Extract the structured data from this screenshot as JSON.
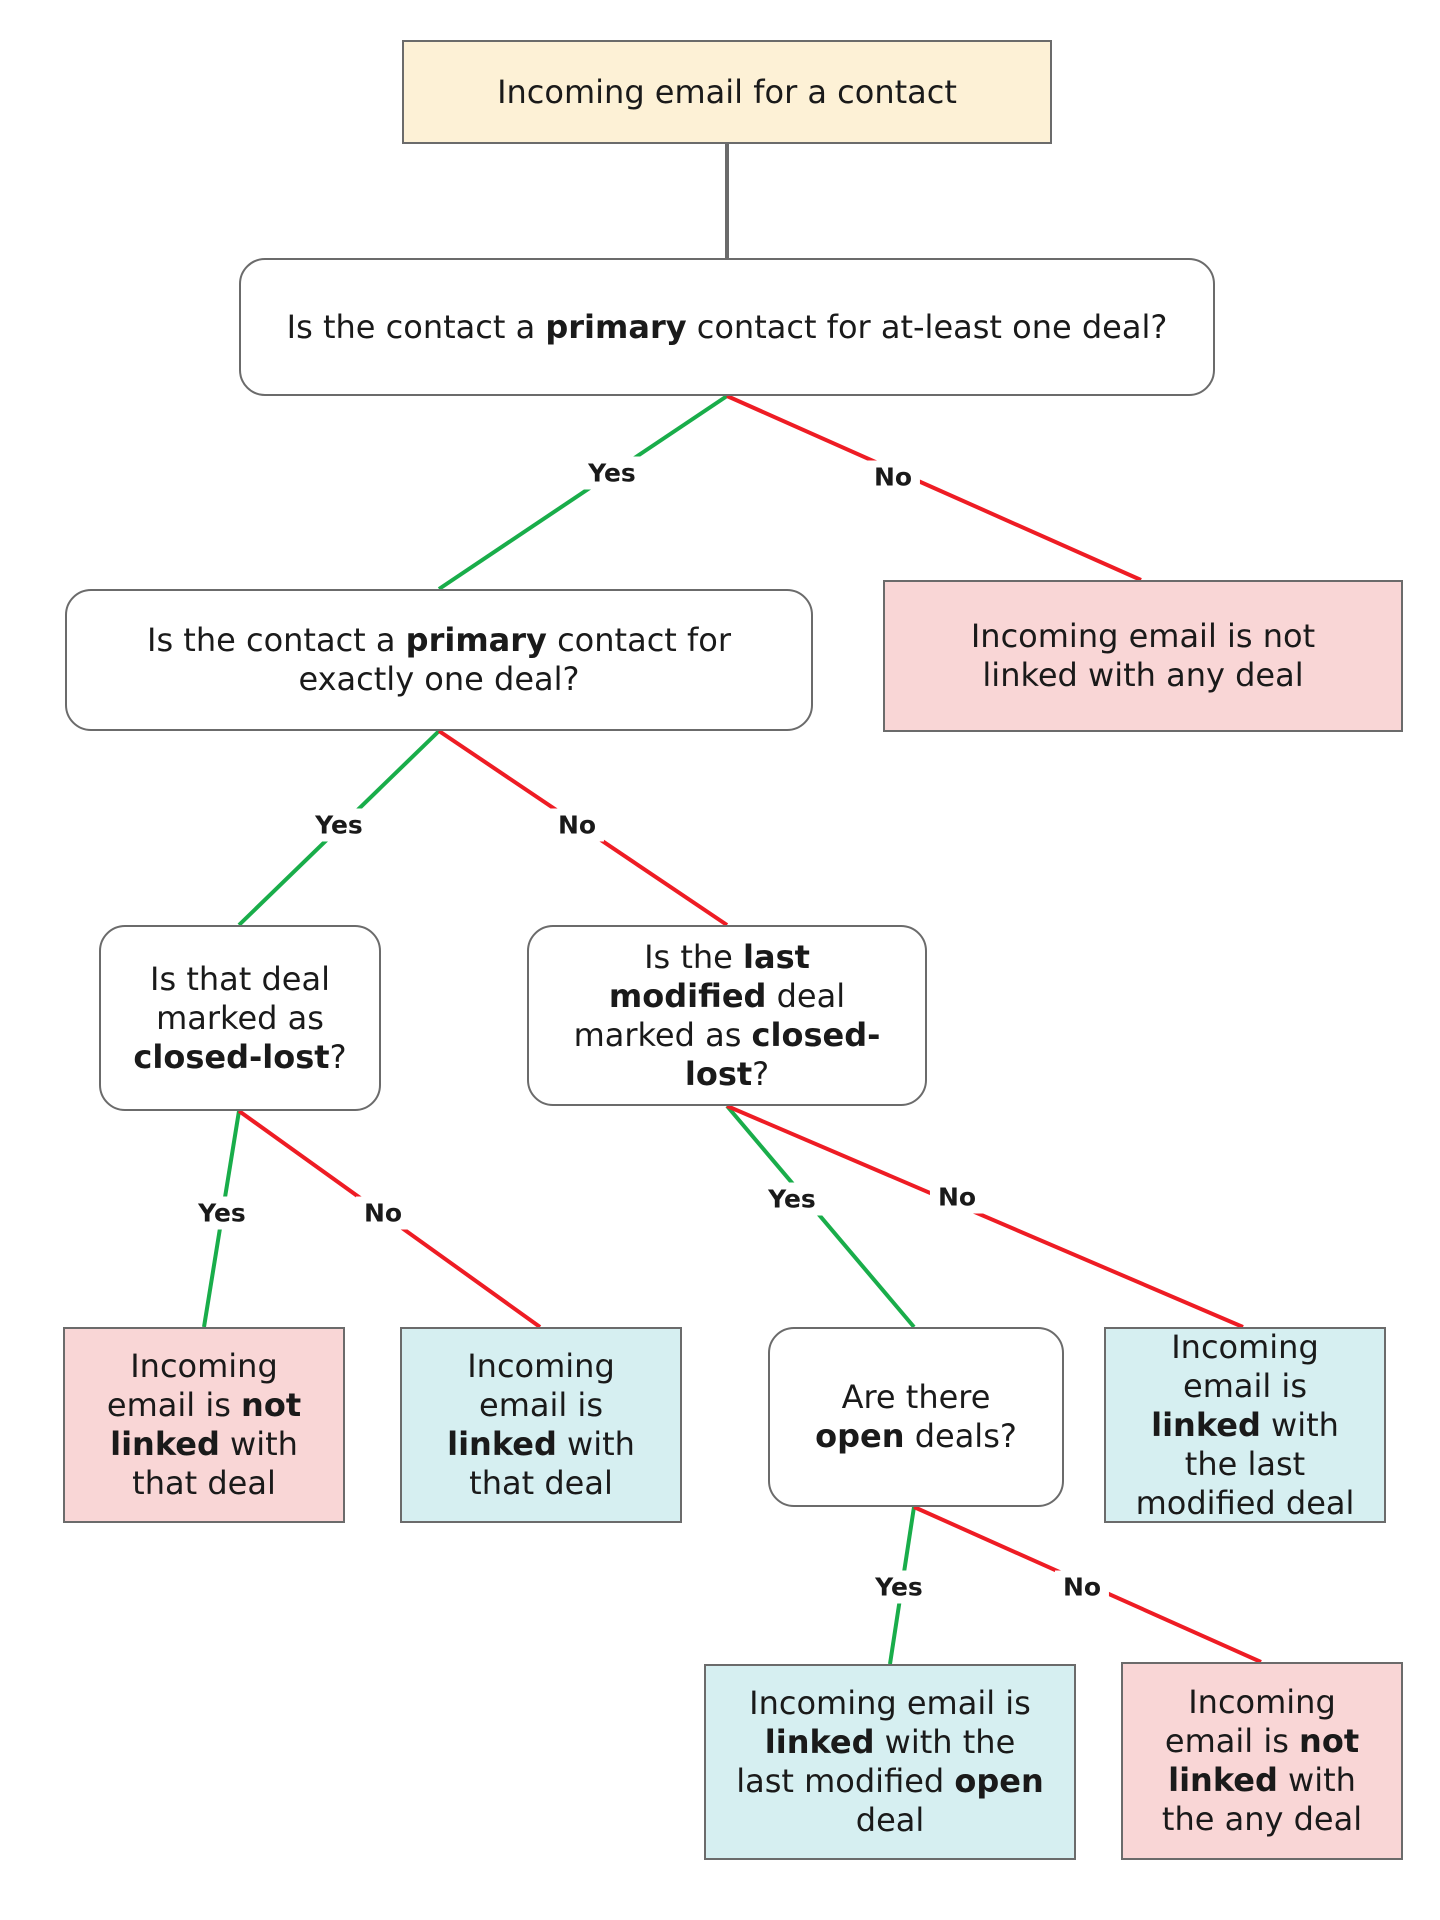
{
  "colors": {
    "yes_line": "#19ad4a",
    "no_line": "#ee1c24",
    "trunk_line": "#6b6b6b",
    "start_fill": "#fdf1d6",
    "negative_fill": "#f9d6d6",
    "positive_fill": "#d6eff1",
    "border": "#6b6b6b"
  },
  "nodes": {
    "start": [
      {
        "t": "Incoming email for a contact",
        "b": false
      }
    ],
    "q1": [
      {
        "t": "Is the contact a ",
        "b": false
      },
      {
        "t": "primary",
        "b": true
      },
      {
        "t": " contact for at-least one deal?",
        "b": false
      }
    ],
    "q2": [
      {
        "t": "Is the contact a ",
        "b": false
      },
      {
        "t": "primary",
        "b": true
      },
      {
        "t": " contact for exactly one deal?",
        "b": false
      }
    ],
    "r_q1_no": [
      {
        "t": "Incoming email is not linked with any deal",
        "b": false
      }
    ],
    "q3": [
      {
        "t": "Is that deal marked as ",
        "b": false
      },
      {
        "t": "closed-lost",
        "b": true
      },
      {
        "t": "?",
        "b": false
      }
    ],
    "q4": [
      {
        "t": "Is the ",
        "b": false
      },
      {
        "t": "last modified",
        "b": true
      },
      {
        "t": " deal marked as ",
        "b": false
      },
      {
        "t": "closed-lost",
        "b": true
      },
      {
        "t": "?",
        "b": false
      }
    ],
    "r_q3_yes": [
      {
        "t": "Incoming email is ",
        "b": false
      },
      {
        "t": "not linked",
        "b": true
      },
      {
        "t": " with that deal",
        "b": false
      }
    ],
    "r_q3_no": [
      {
        "t": "Incoming email is ",
        "b": false
      },
      {
        "t": "linked",
        "b": true
      },
      {
        "t": " with that deal",
        "b": false
      }
    ],
    "q5": [
      {
        "t": "Are there ",
        "b": false
      },
      {
        "t": "open",
        "b": true
      },
      {
        "t": " deals?",
        "b": false
      }
    ],
    "r_q4_no": [
      {
        "t": "Incoming email is ",
        "b": false
      },
      {
        "t": "linked",
        "b": true
      },
      {
        "t": " with the last modified deal",
        "b": false
      }
    ],
    "r_q5_yes": [
      {
        "t": "Incoming email is ",
        "b": false
      },
      {
        "t": "linked",
        "b": true
      },
      {
        "t": " with the last modified ",
        "b": false
      },
      {
        "t": "open",
        "b": true
      },
      {
        "t": " deal",
        "b": false
      }
    ],
    "r_q5_no": [
      {
        "t": "Incoming email is ",
        "b": false
      },
      {
        "t": "not linked",
        "b": true
      },
      {
        "t": " with the any deal",
        "b": false
      }
    ]
  },
  "labels": {
    "yes": "Yes",
    "no": "No"
  }
}
